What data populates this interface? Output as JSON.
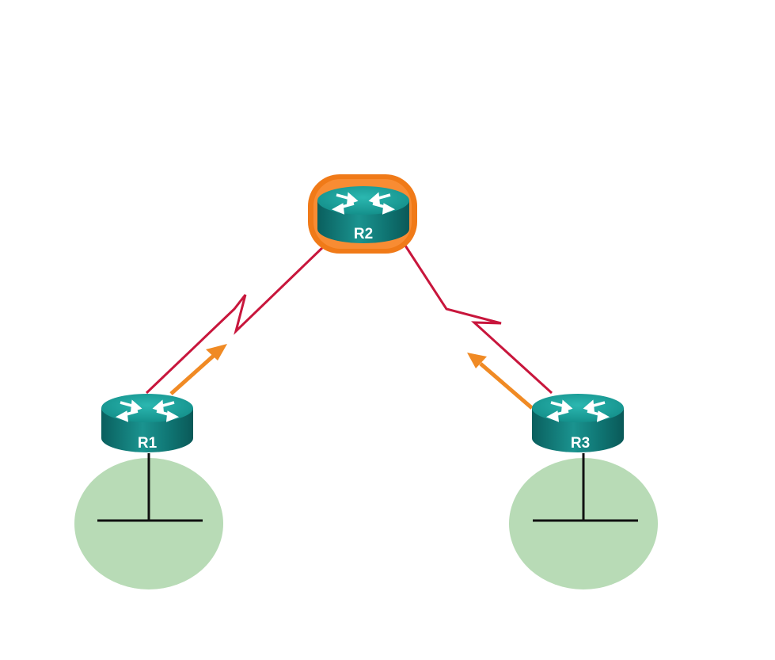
{
  "diagram": {
    "routers": [
      {
        "id": "r2",
        "label": "R2",
        "highlighted": true
      },
      {
        "id": "r1",
        "label": "R1",
        "highlighted": false
      },
      {
        "id": "r3",
        "label": "R3",
        "highlighted": false
      }
    ],
    "links": [
      {
        "from": "R1",
        "to": "R2",
        "type": "serial-wan-link"
      },
      {
        "from": "R3",
        "to": "R2",
        "type": "serial-wan-link"
      }
    ],
    "lans": [
      {
        "router": "R1",
        "icon": "ethernet-segment-icon"
      },
      {
        "router": "R3",
        "icon": "ethernet-segment-icon"
      }
    ],
    "flows": [
      {
        "from": "R1",
        "toward": "R2",
        "icon": "arrow-icon"
      },
      {
        "from": "R3",
        "toward": "R2",
        "icon": "arrow-icon"
      }
    ],
    "colors": {
      "router_body": "#0e7a78",
      "router_top": "#19a29c",
      "router_highlight": "#f07a18",
      "serial_link": "#c8163c",
      "flow_arrow": "#f08a24",
      "lan_area": "#b8dbb6",
      "lan_line": "#111111"
    }
  }
}
